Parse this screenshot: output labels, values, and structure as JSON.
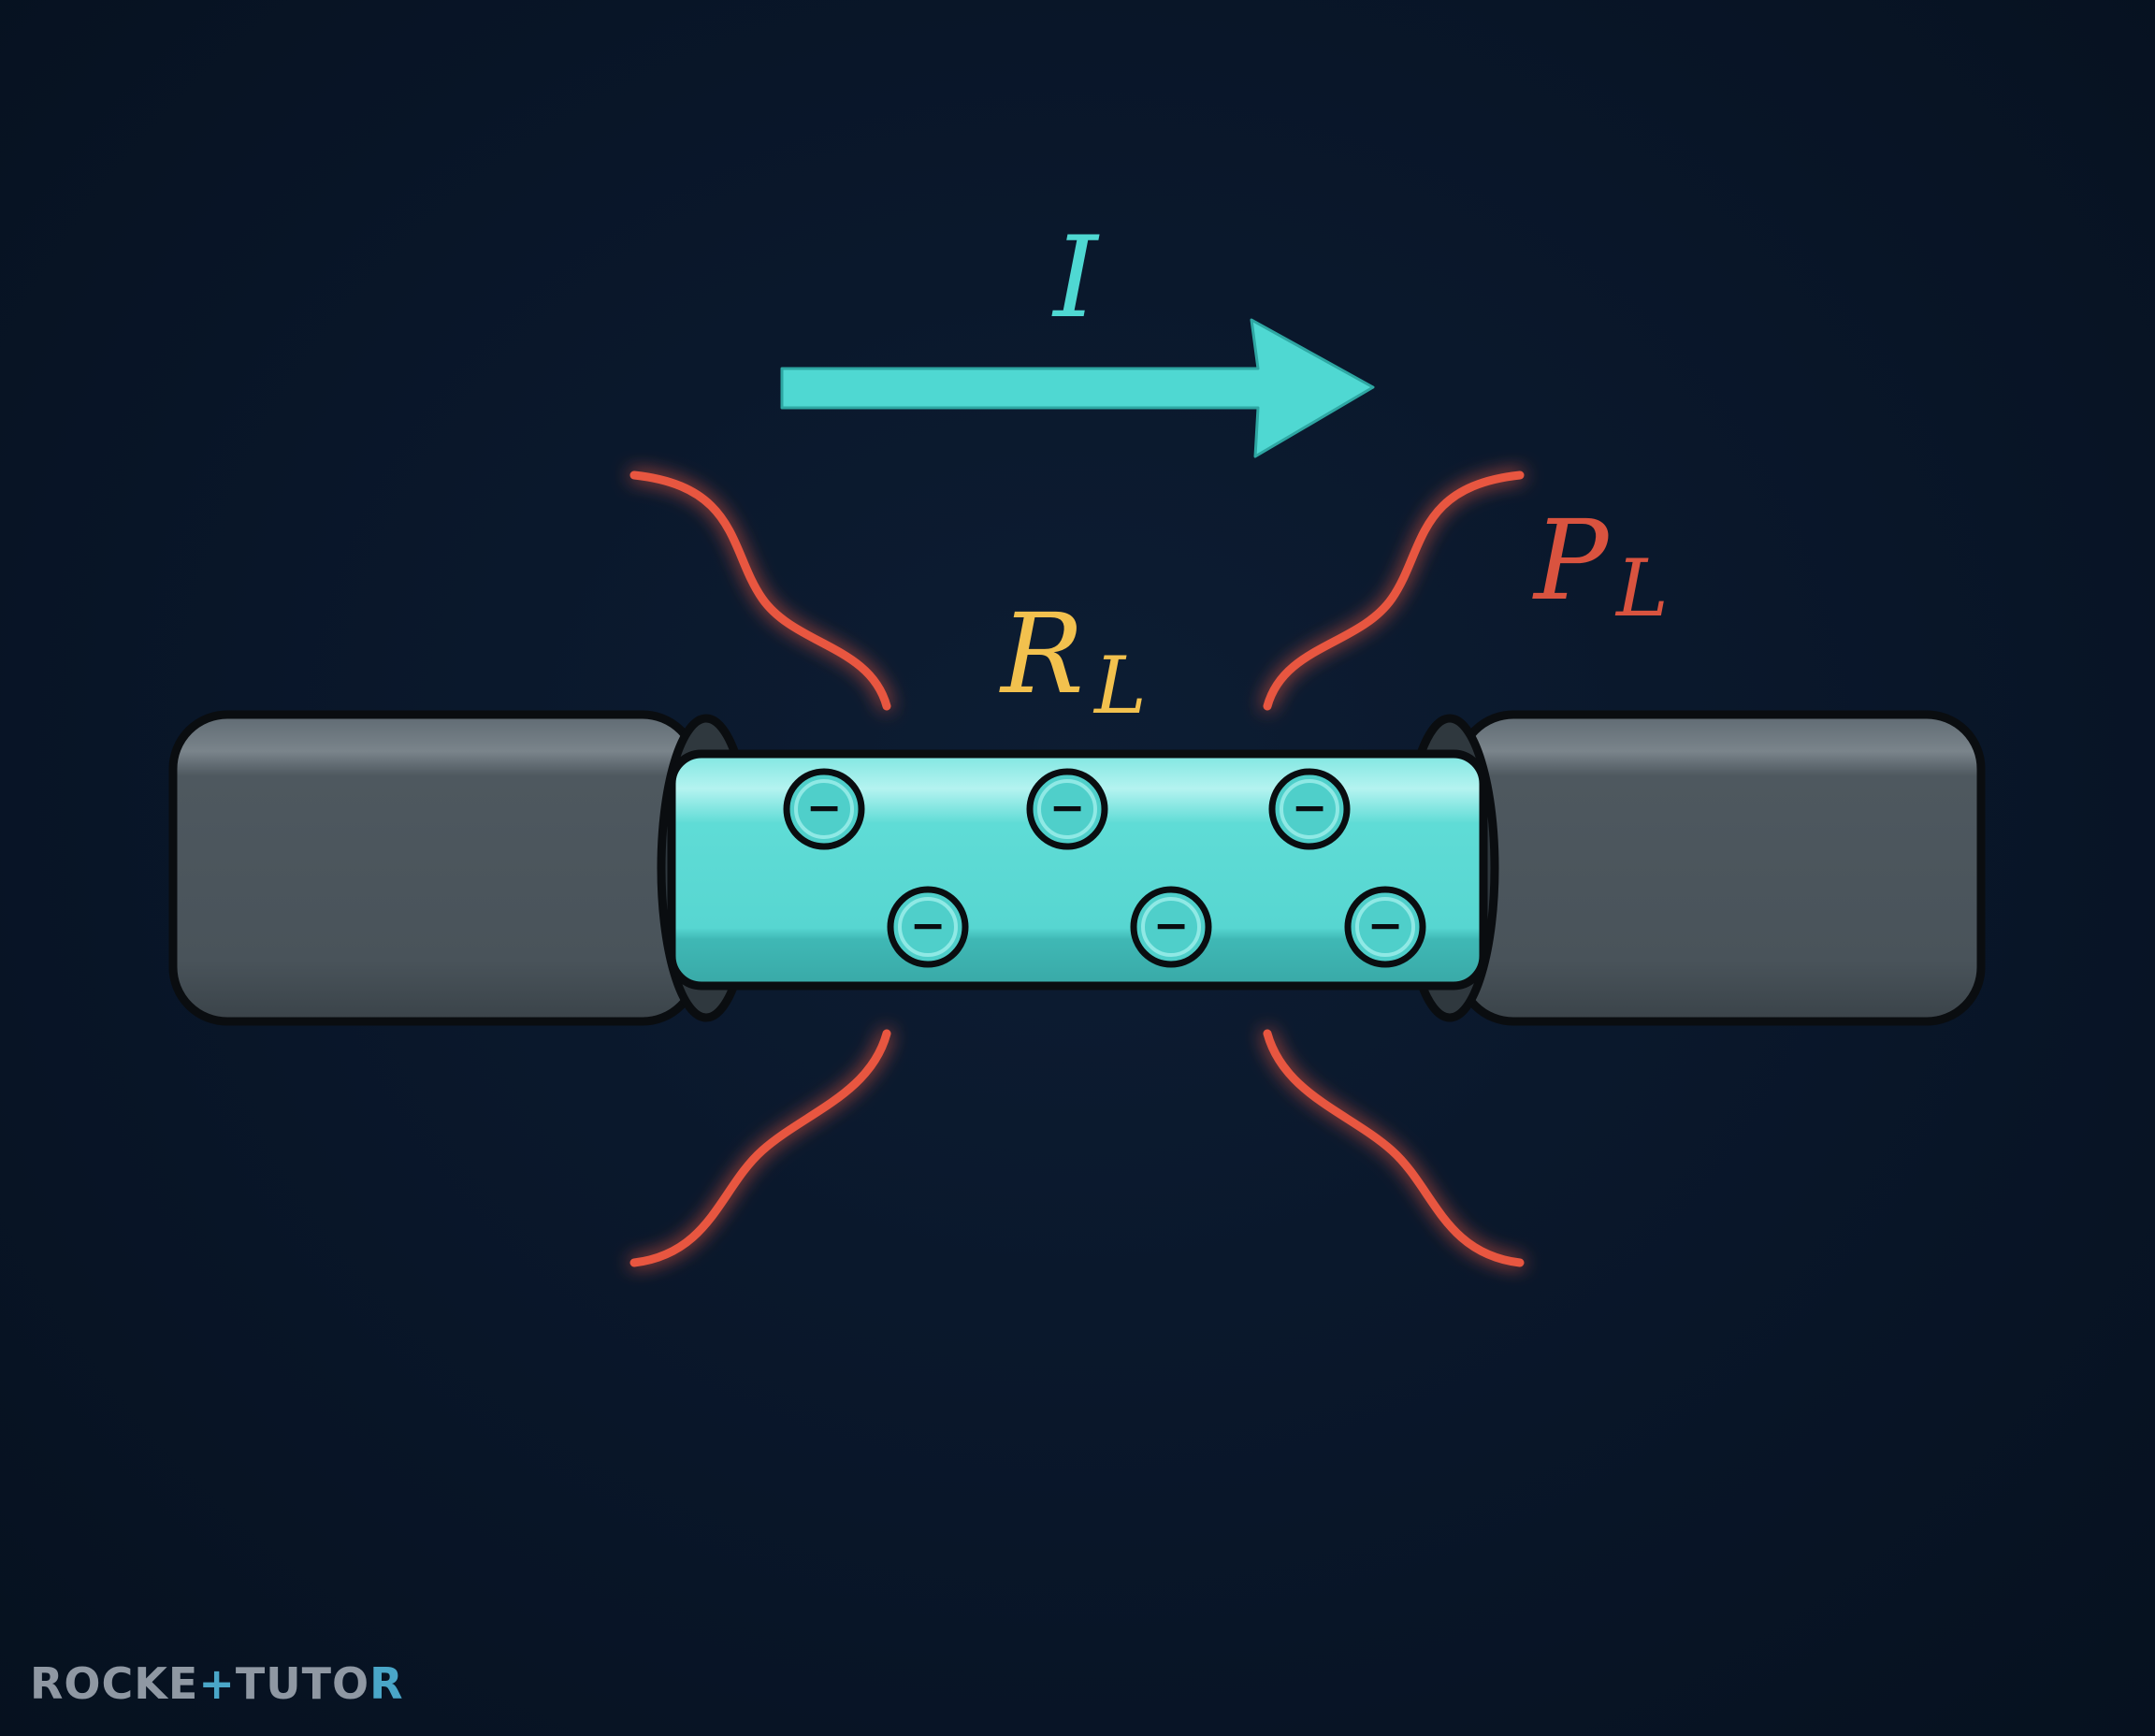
{
  "labels": {
    "current": "I",
    "resistance": {
      "main": "R",
      "sub": "L"
    },
    "power": {
      "main": "P",
      "sub": "L"
    }
  },
  "charge": {
    "symbol": "−",
    "count": 6
  },
  "logo": {
    "part1": "ROCKE",
    "plus": "+",
    "part2": "TUTO",
    "part3": "R"
  },
  "colors": {
    "background": "#07142a",
    "current": "#4fd8d2",
    "resistor": "#58d9d4",
    "resistance_label": "#f2c14e",
    "power_label": "#d9533f",
    "heat_wave": "#e8573f",
    "wire": "#4b555d",
    "outline": "#0a0d10"
  },
  "icons": {
    "current-arrow": "right-arrow",
    "heat-wave": "wavy-line",
    "electron": "circle-minus"
  }
}
